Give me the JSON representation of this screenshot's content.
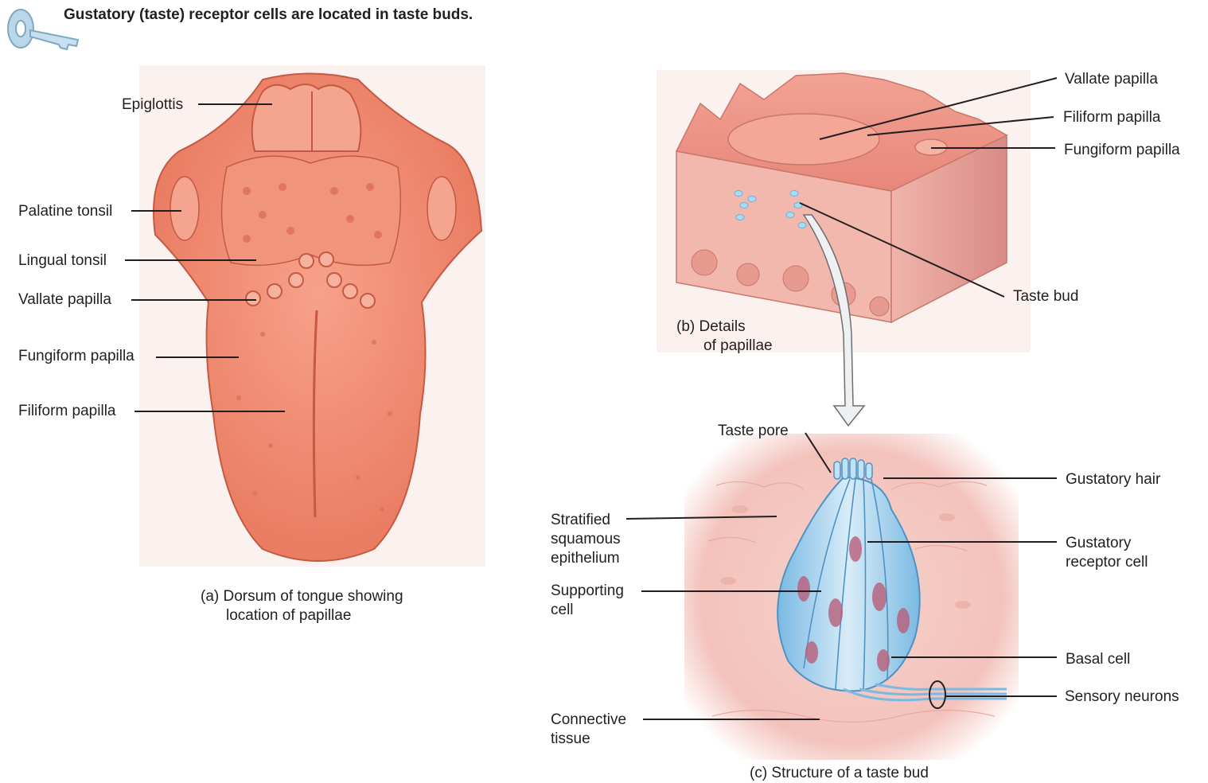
{
  "header": {
    "title": "Gustatory (taste) receptor cells are located in taste buds.",
    "icon": "key-icon"
  },
  "panel_a": {
    "labels": {
      "epiglottis": "Epiglottis",
      "palatine_tonsil": "Palatine tonsil",
      "lingual_tonsil": "Lingual tonsil",
      "vallate_papilla": "Vallate papilla",
      "fungiform_papilla": "Fungiform papilla",
      "filiform_papilla": "Filiform papilla"
    },
    "caption_line1": "(a) Dorsum of tongue showing",
    "caption_line2": "location of papillae"
  },
  "panel_b": {
    "labels": {
      "vallate_papilla": "Vallate papilla",
      "filiform_papilla": "Filiform papilla",
      "fungiform_papilla": "Fungiform papilla",
      "taste_bud": "Taste bud"
    },
    "caption_line1": "(b) Details",
    "caption_line2": "of papillae"
  },
  "panel_c": {
    "labels": {
      "taste_pore": "Taste pore",
      "gustatory_hair": "Gustatory hair",
      "stratified_1": "Stratified",
      "stratified_2": "squamous",
      "stratified_3": "epithelium",
      "receptor_1": "Gustatory",
      "receptor_2": "receptor cell",
      "supporting_1": "Supporting",
      "supporting_2": "cell",
      "basal_cell": "Basal cell",
      "sensory_neurons": "Sensory neurons",
      "connective_1": "Connective",
      "connective_2": "tissue"
    },
    "caption": "(c) Structure of a taste bud"
  },
  "colors": {
    "tongue": "#f08e76",
    "tongue_dark": "#d9694f",
    "tissue": "#f4c6c0",
    "taste_bud": "#8fc8ea",
    "leader_line": "#231f20"
  }
}
